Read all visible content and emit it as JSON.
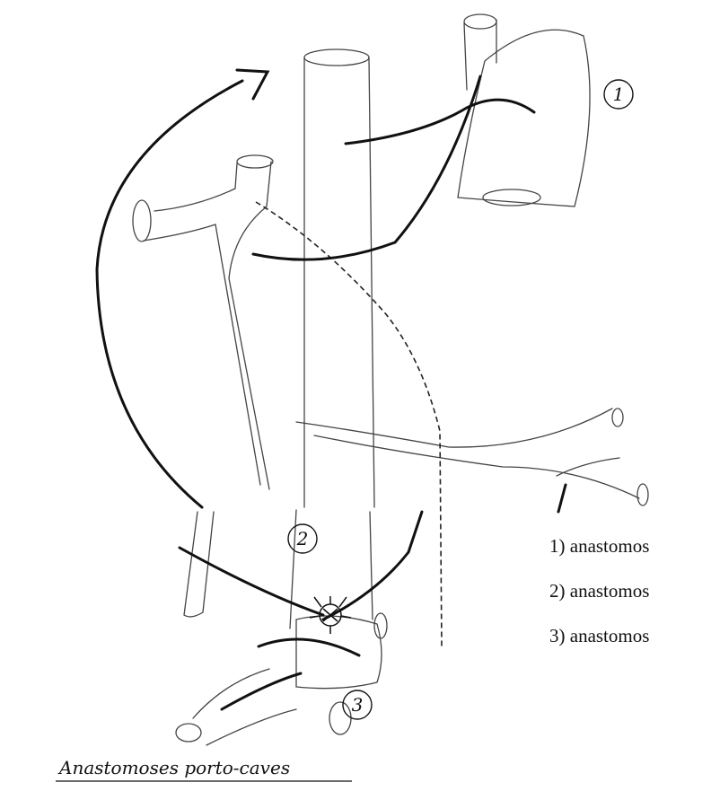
{
  "diagram": {
    "caption": "Anastomoses porto-caves",
    "markers": [
      "1",
      "2",
      "3"
    ],
    "legend": [
      "1) anastomos",
      "2) anastomos",
      "3) anastomos"
    ]
  },
  "colors": {
    "ink": "#111111",
    "pencil": "#444444",
    "paper": "#ffffff"
  }
}
